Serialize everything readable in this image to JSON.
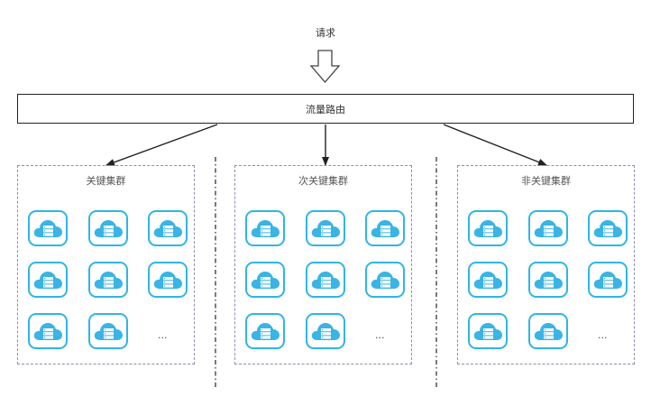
{
  "request_label": "请求",
  "router_label": "流量路由",
  "node_icon": "cloud-server-icon",
  "colors": {
    "node_accent": "#30b5e6",
    "node_fill": "#3ab4e4",
    "line": "#222222",
    "cluster_border": "#8a8fb0"
  },
  "clusters": [
    {
      "title": "关键集群",
      "ellipsis": "..."
    },
    {
      "title": "次关键集群",
      "ellipsis": "..."
    },
    {
      "title": "非关键集群",
      "ellipsis": "..."
    }
  ]
}
